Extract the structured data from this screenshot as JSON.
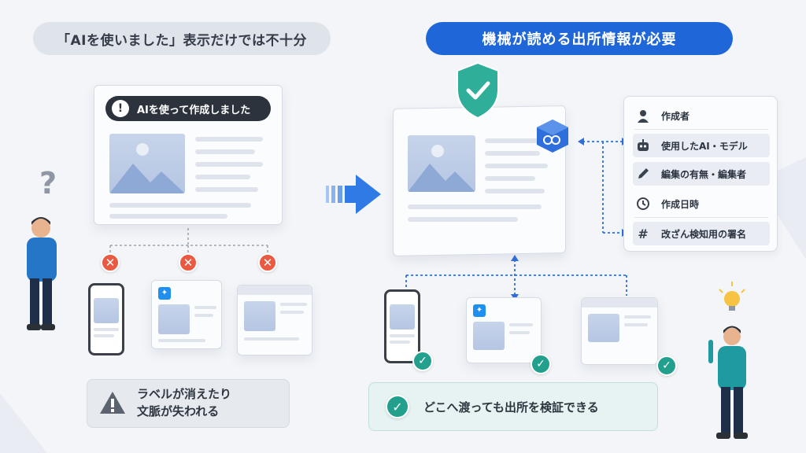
{
  "left": {
    "title": "「AIを使いました」表示だけでは不十分",
    "notice": "AIを使って作成しました",
    "warning_line1": "ラベルが消えたり",
    "warning_line2": "文脈が失われる"
  },
  "right": {
    "title": "機械が読める出所情報が必要",
    "info_items": [
      {
        "label": "作成者",
        "icon": "person-icon"
      },
      {
        "label": "使用したAI・モデル",
        "icon": "robot-icon"
      },
      {
        "label": "編集の有無・編集者",
        "icon": "pencil-icon"
      },
      {
        "label": "作成日時",
        "icon": "clock-icon"
      },
      {
        "label": "改ざん検知用の署名",
        "icon": "hash-icon"
      }
    ],
    "result": "どこへ渡っても出所を検証できる"
  },
  "colors": {
    "accent_blue": "#1f67d9",
    "error_red": "#ea5a42",
    "success_teal": "#23a08d",
    "shield_teal": "#2fae9a"
  }
}
